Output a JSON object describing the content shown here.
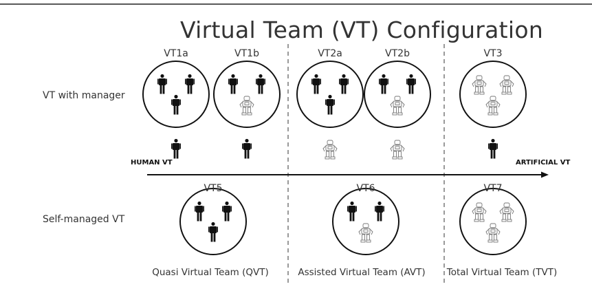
{
  "title": "Virtual Team (VT) Configuration",
  "row_labels": {
    "with_manager": "VT with manager",
    "self_managed": "Self-managed VT"
  },
  "axis": {
    "left": "HUMAN VT",
    "right": "ARTIFICIAL VT"
  },
  "teams_with_manager": [
    {
      "label": "VT1a",
      "members": [
        "human",
        "human",
        "human"
      ],
      "manager": "human"
    },
    {
      "label": "VT1b",
      "members": [
        "human",
        "human",
        "robot"
      ],
      "manager": "human"
    },
    {
      "label": "VT2a",
      "members": [
        "human",
        "human",
        "human"
      ],
      "manager": "robot"
    },
    {
      "label": "VT2b",
      "members": [
        "human",
        "human",
        "robot"
      ],
      "manager": "robot"
    },
    {
      "label": "VT3",
      "members": [
        "robot",
        "robot",
        "robot"
      ],
      "manager": "human"
    }
  ],
  "teams_self_managed": [
    {
      "label": "VT5",
      "members": [
        "human",
        "human",
        "human"
      ],
      "caption": "Quasi Virtual Team (QVT)"
    },
    {
      "label": "VT6",
      "members": [
        "human",
        "human",
        "robot"
      ],
      "caption": "Assisted Virtual Team (AVT)"
    },
    {
      "label": "VT7",
      "members": [
        "robot",
        "robot",
        "robot"
      ],
      "caption": "Total Virtual Team (TVT)"
    }
  ]
}
